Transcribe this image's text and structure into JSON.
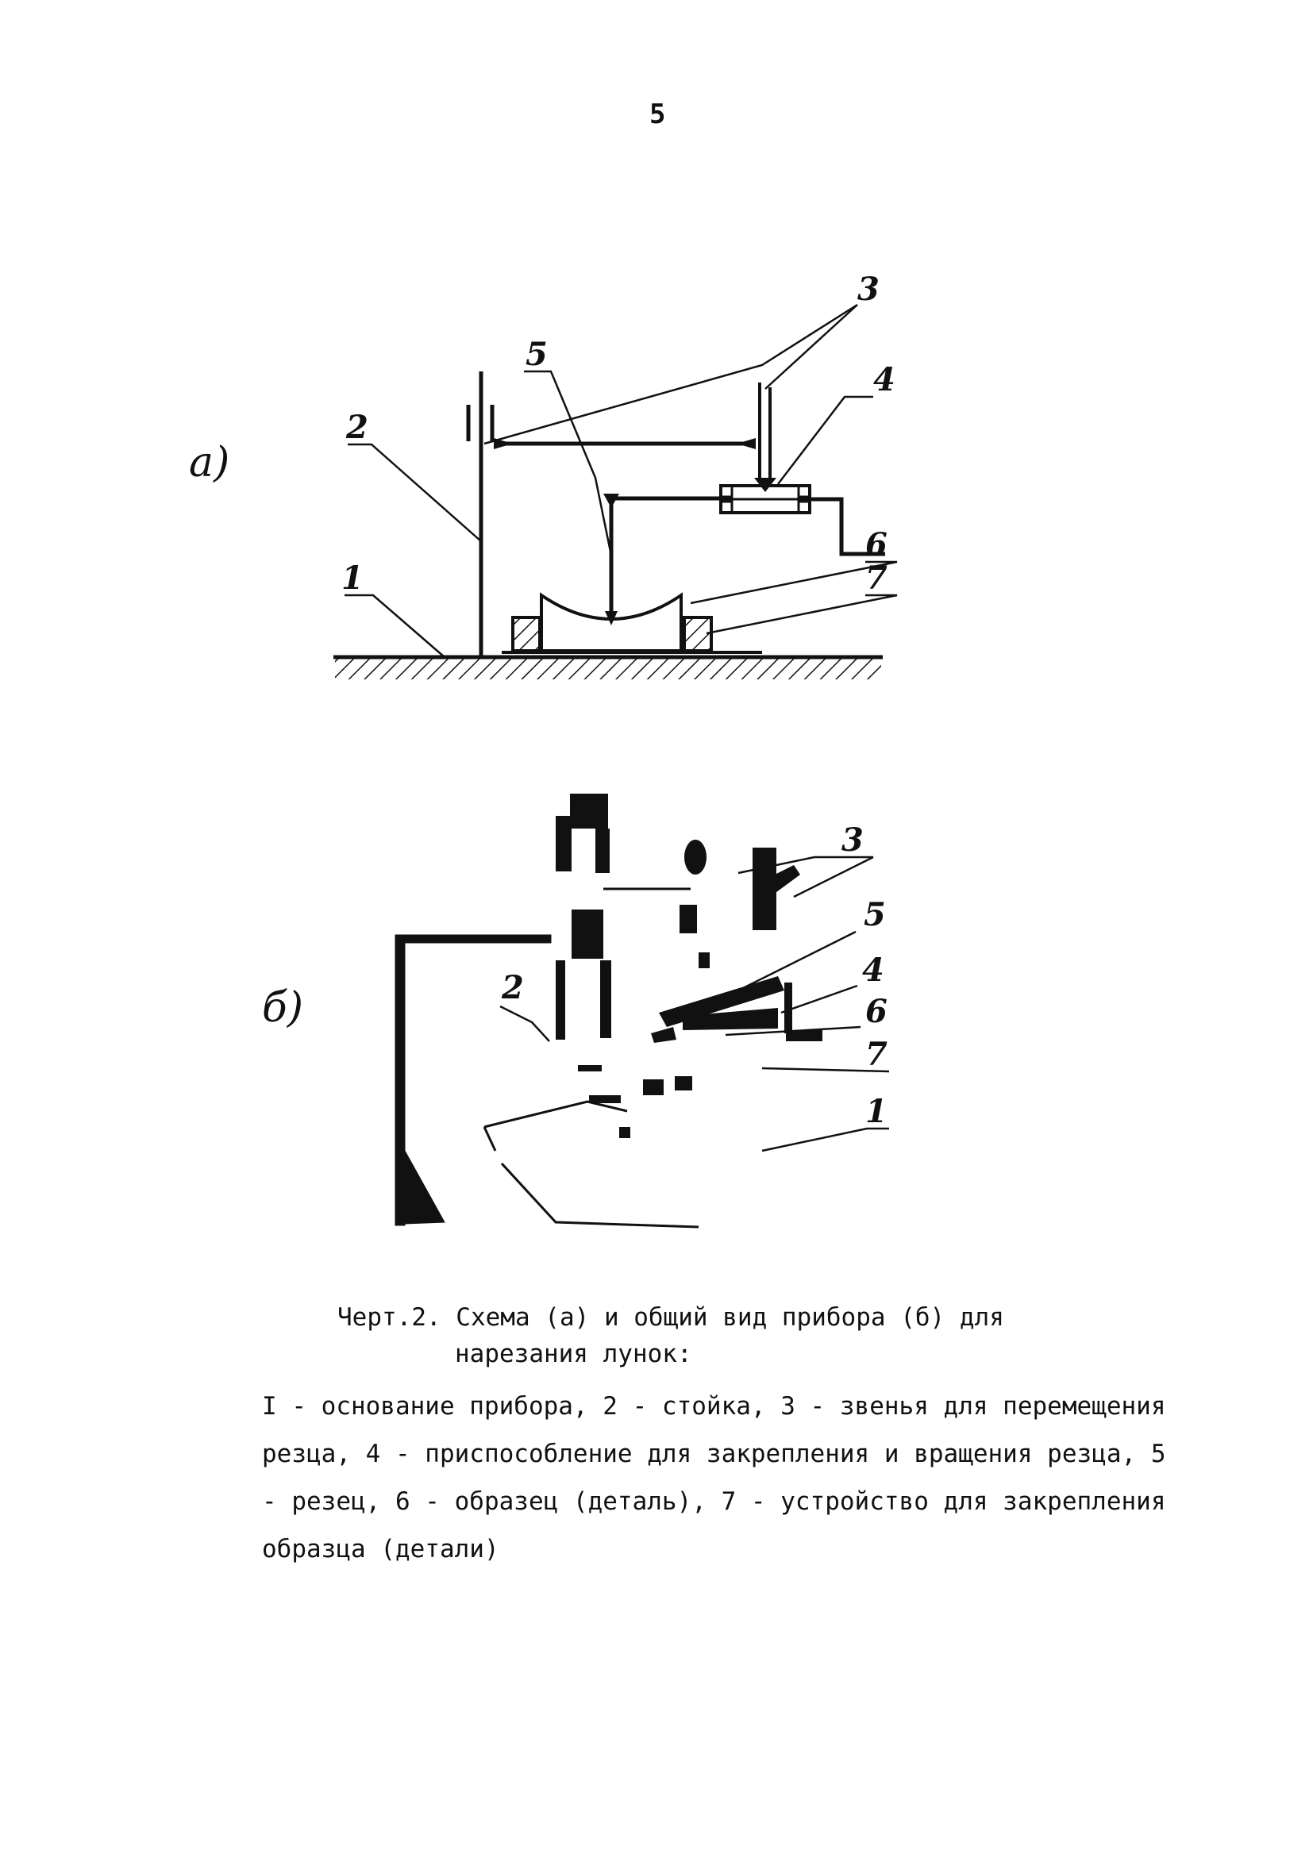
{
  "page_number": "5",
  "figure_a": {
    "label": "а)",
    "callouts": [
      "1",
      "2",
      "3",
      "4",
      "5",
      "6",
      "7"
    ]
  },
  "figure_b": {
    "label": "б)",
    "callouts": [
      "1",
      "2",
      "3",
      "4",
      "5",
      "6",
      "7"
    ]
  },
  "caption": {
    "line1": "Черт.2. Схема (а) и общий вид прибора (б) для",
    "line2": "нарезания лунок:"
  },
  "legend": "I - основание прибора, 2 - стойка, 3 - звенья для перемещения резца, 4 - приспособление для закрепления и вращения резца, 5 - резец, 6 - образец (деталь), 7 - устройство для закрепления образца (детали)"
}
